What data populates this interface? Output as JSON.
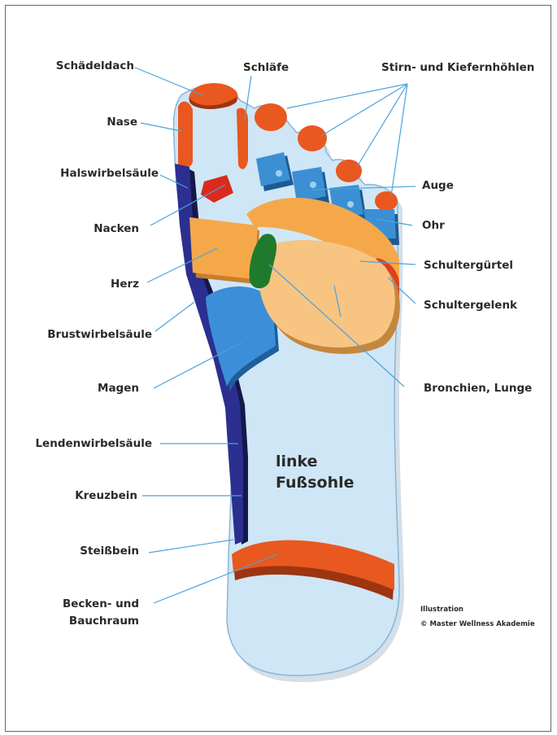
{
  "colors": {
    "sole": "#cfe6f6",
    "sole_outline": "#8bb6d6",
    "orange": "#e8581f",
    "orange_shadow": "#9c3510",
    "spine": "#2b2f8f",
    "spine_shadow": "#151848",
    "blue_block": "#3c8fd3",
    "blue_shadow": "#1d5a93",
    "shoulder": "#f5a84a",
    "lung": "#f7c482",
    "lung_shadow": "#c5873c",
    "bronchi": "#1f7a2e",
    "red": "#d92b1b",
    "stomach": "#3d8ed8",
    "leader": "#4aa3dc"
  },
  "title": {
    "line1": "linke",
    "line2": "Fußsohle"
  },
  "credit": {
    "line1": "Illustration",
    "line2": "© Master Wellness Akademie"
  },
  "labels": {
    "schaedeldach": "Schädeldach",
    "schlaefe": "Schläfe",
    "stirn": "Stirn- und Kiefernhöhlen",
    "nase": "Nase",
    "halswirbelsaeule": "Halswirbelsäule",
    "auge": "Auge",
    "nacken": "Nacken",
    "ohr": "Ohr",
    "herz": "Herz",
    "schultergürtel": "Schultergürtel",
    "schultergelenk": "Schultergelenk",
    "brustwirbelsaeule": "Brustwirbelsäule",
    "magen": "Magen",
    "bronchien": "Bronchien, Lunge",
    "lendenwirbelsaeule": "Lendenwirbelsäule",
    "kreuzbein": "Kreuzbein",
    "steissbein": "Steißbein",
    "becken1": "Becken- und",
    "becken2": "Bauchraum"
  }
}
